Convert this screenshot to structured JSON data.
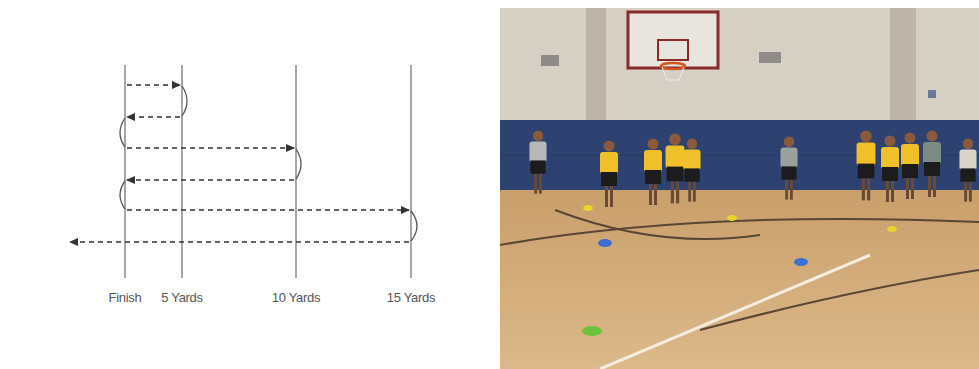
{
  "diagram": {
    "labels": [
      "Finish",
      "5 Yards",
      "10 Yards",
      "15 Yards"
    ]
  }
}
